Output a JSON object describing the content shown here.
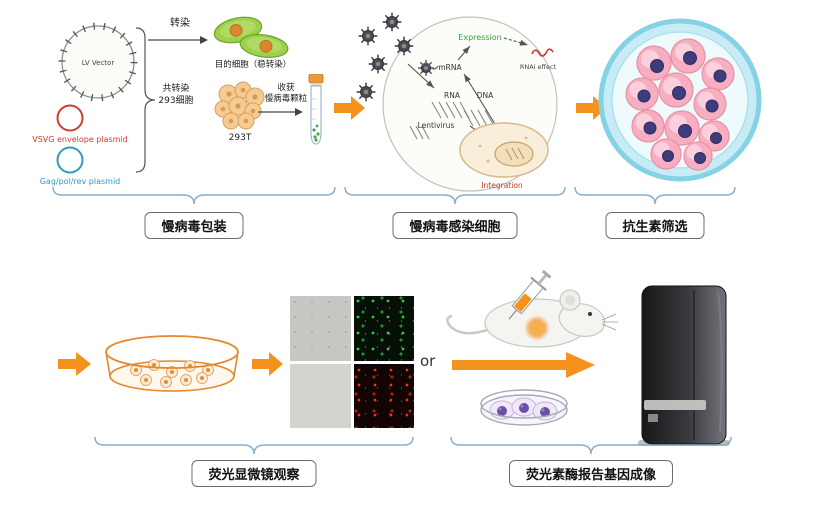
{
  "colors": {
    "arrow_orange": "#F5921E",
    "brace_blue": "#85AECD",
    "plasmid_red": "#D23B30",
    "plasmid_blue": "#2E9BC0"
  },
  "stage_packaging": {
    "lv_vector_label": "LV Vector",
    "vsvg_label": "VSVG envelope plasmid",
    "gag_label": "Gag/pol/rev plasmid",
    "transfection_label": "转染",
    "target_cells_label": "目的细胞（稳转染）",
    "cotransfect_line1": "共转染",
    "cotransfect_line2": "293细胞",
    "cells_293t_label": "293T",
    "harvest_line1": "收获",
    "harvest_line2": "慢病毒颗粒"
  },
  "stage_infection": {
    "lentivirus_label": "Lentivirus",
    "rna_label": "RNA",
    "dna_label": "DNA",
    "mrna_label": "mRNA",
    "expression_label": "Expression",
    "rnai_label": "RNAi effect",
    "integration_label": "Integration"
  },
  "captions": {
    "packaging": "慢病毒包装",
    "infection": "慢病毒感染细胞",
    "selection": "抗生素筛选",
    "microscopy": "荧光显微镜观察",
    "luciferase": "荧光素酶报告基因成像"
  },
  "connector_or": "or"
}
